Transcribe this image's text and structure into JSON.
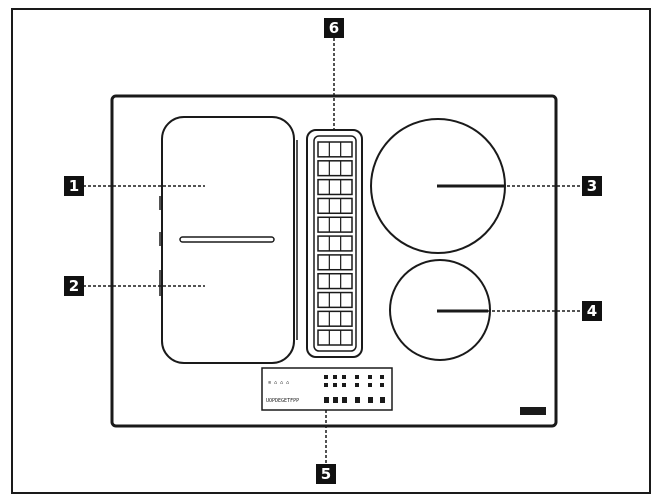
{
  "colors": {
    "ink": "#1a1a1a",
    "background": "#ffffff",
    "callout_fill": "#111111",
    "callout_text": "#ffffff"
  },
  "callouts": [
    {
      "id": "zone-left-rear",
      "label": "1"
    },
    {
      "id": "zone-left-front",
      "label": "2"
    },
    {
      "id": "zone-right-rear",
      "label": "3"
    },
    {
      "id": "zone-right-front",
      "label": "4"
    },
    {
      "id": "control-panel",
      "label": "5"
    },
    {
      "id": "downdraft-vent",
      "label": "6"
    }
  ],
  "panel_glyphs": {
    "row1": "≋ ⌂ ⌂ ⌂",
    "row2": "UOPDEGETFPP"
  },
  "vent_slats": 11
}
